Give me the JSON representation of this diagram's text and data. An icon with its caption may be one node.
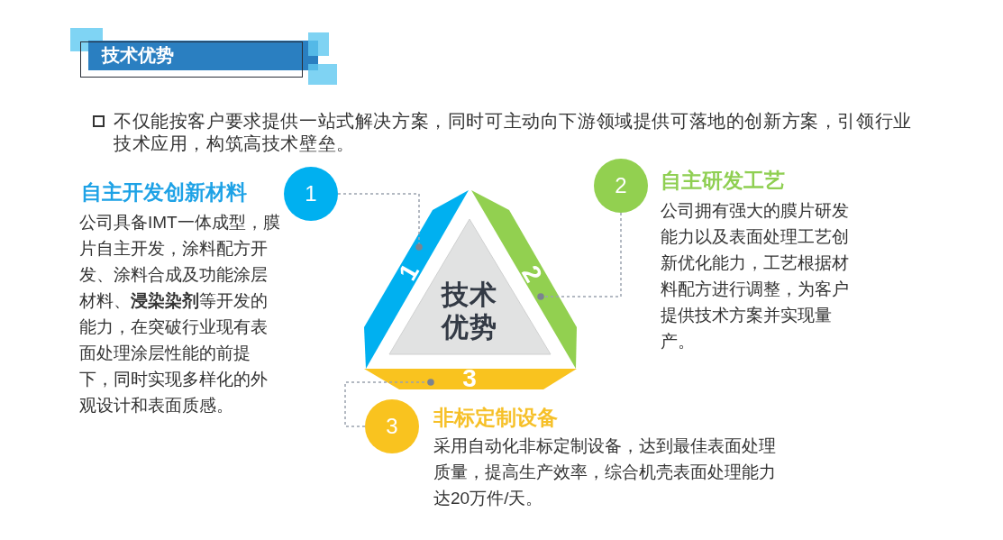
{
  "diagram": {
    "title": "技术优势",
    "nodes": [
      {
        "text": [
          "1"
        ],
        "beside": [
          "自主开发创新材料",
          "公司具备IMT一体成型，膜片自主开发，涂料配方开发、涂料合成及功能涂层材料、**浸染染剂**等开发的能力，在突破行业现有表面处理涂层性能的前提下，同时实现多样化的外观设计和表面质感。"
        ]
      },
      {
        "text": [
          "2"
        ],
        "beside": [
          "自主研发工艺",
          "公司拥有强大的膜片研发能力以及表面处理工艺创新优化能力，工艺根据材料配方进行调整，为客户提供技术方案并实现量产。"
        ]
      },
      {
        "text": [
          "1"
        ]
      },
      {
        "text": [
          "2"
        ]
      },
      {
        "text": [
          "技术优势"
        ]
      },
      {
        "text": [
          "3"
        ]
      },
      {
        "text": [
          "3"
        ],
        "beside": [
          "非标定制设备",
          "采用自动化非标定制设备，达到最佳表面处理质量，提高生产效率，综合机壳表面处理能力达20万件/天。"
        ]
      }
    ],
    "edges": [
      {
        "from": 0,
        "to": 2,
        "arrow": "other",
        "style": "dashed"
      },
      {
        "from": 1,
        "to": 3,
        "arrow": "other",
        "style": "dashed"
      },
      {
        "from": 6,
        "to": 5,
        "arrow": "other",
        "style": "dashed"
      }
    ],
    "labels": [
      "不仅能按客户要求提供一站式解决方案，同时可主动向下游领域提供可落地的创新方案，引领行业技术应用，构筑高技术壁垒。"
    ]
  }
}
